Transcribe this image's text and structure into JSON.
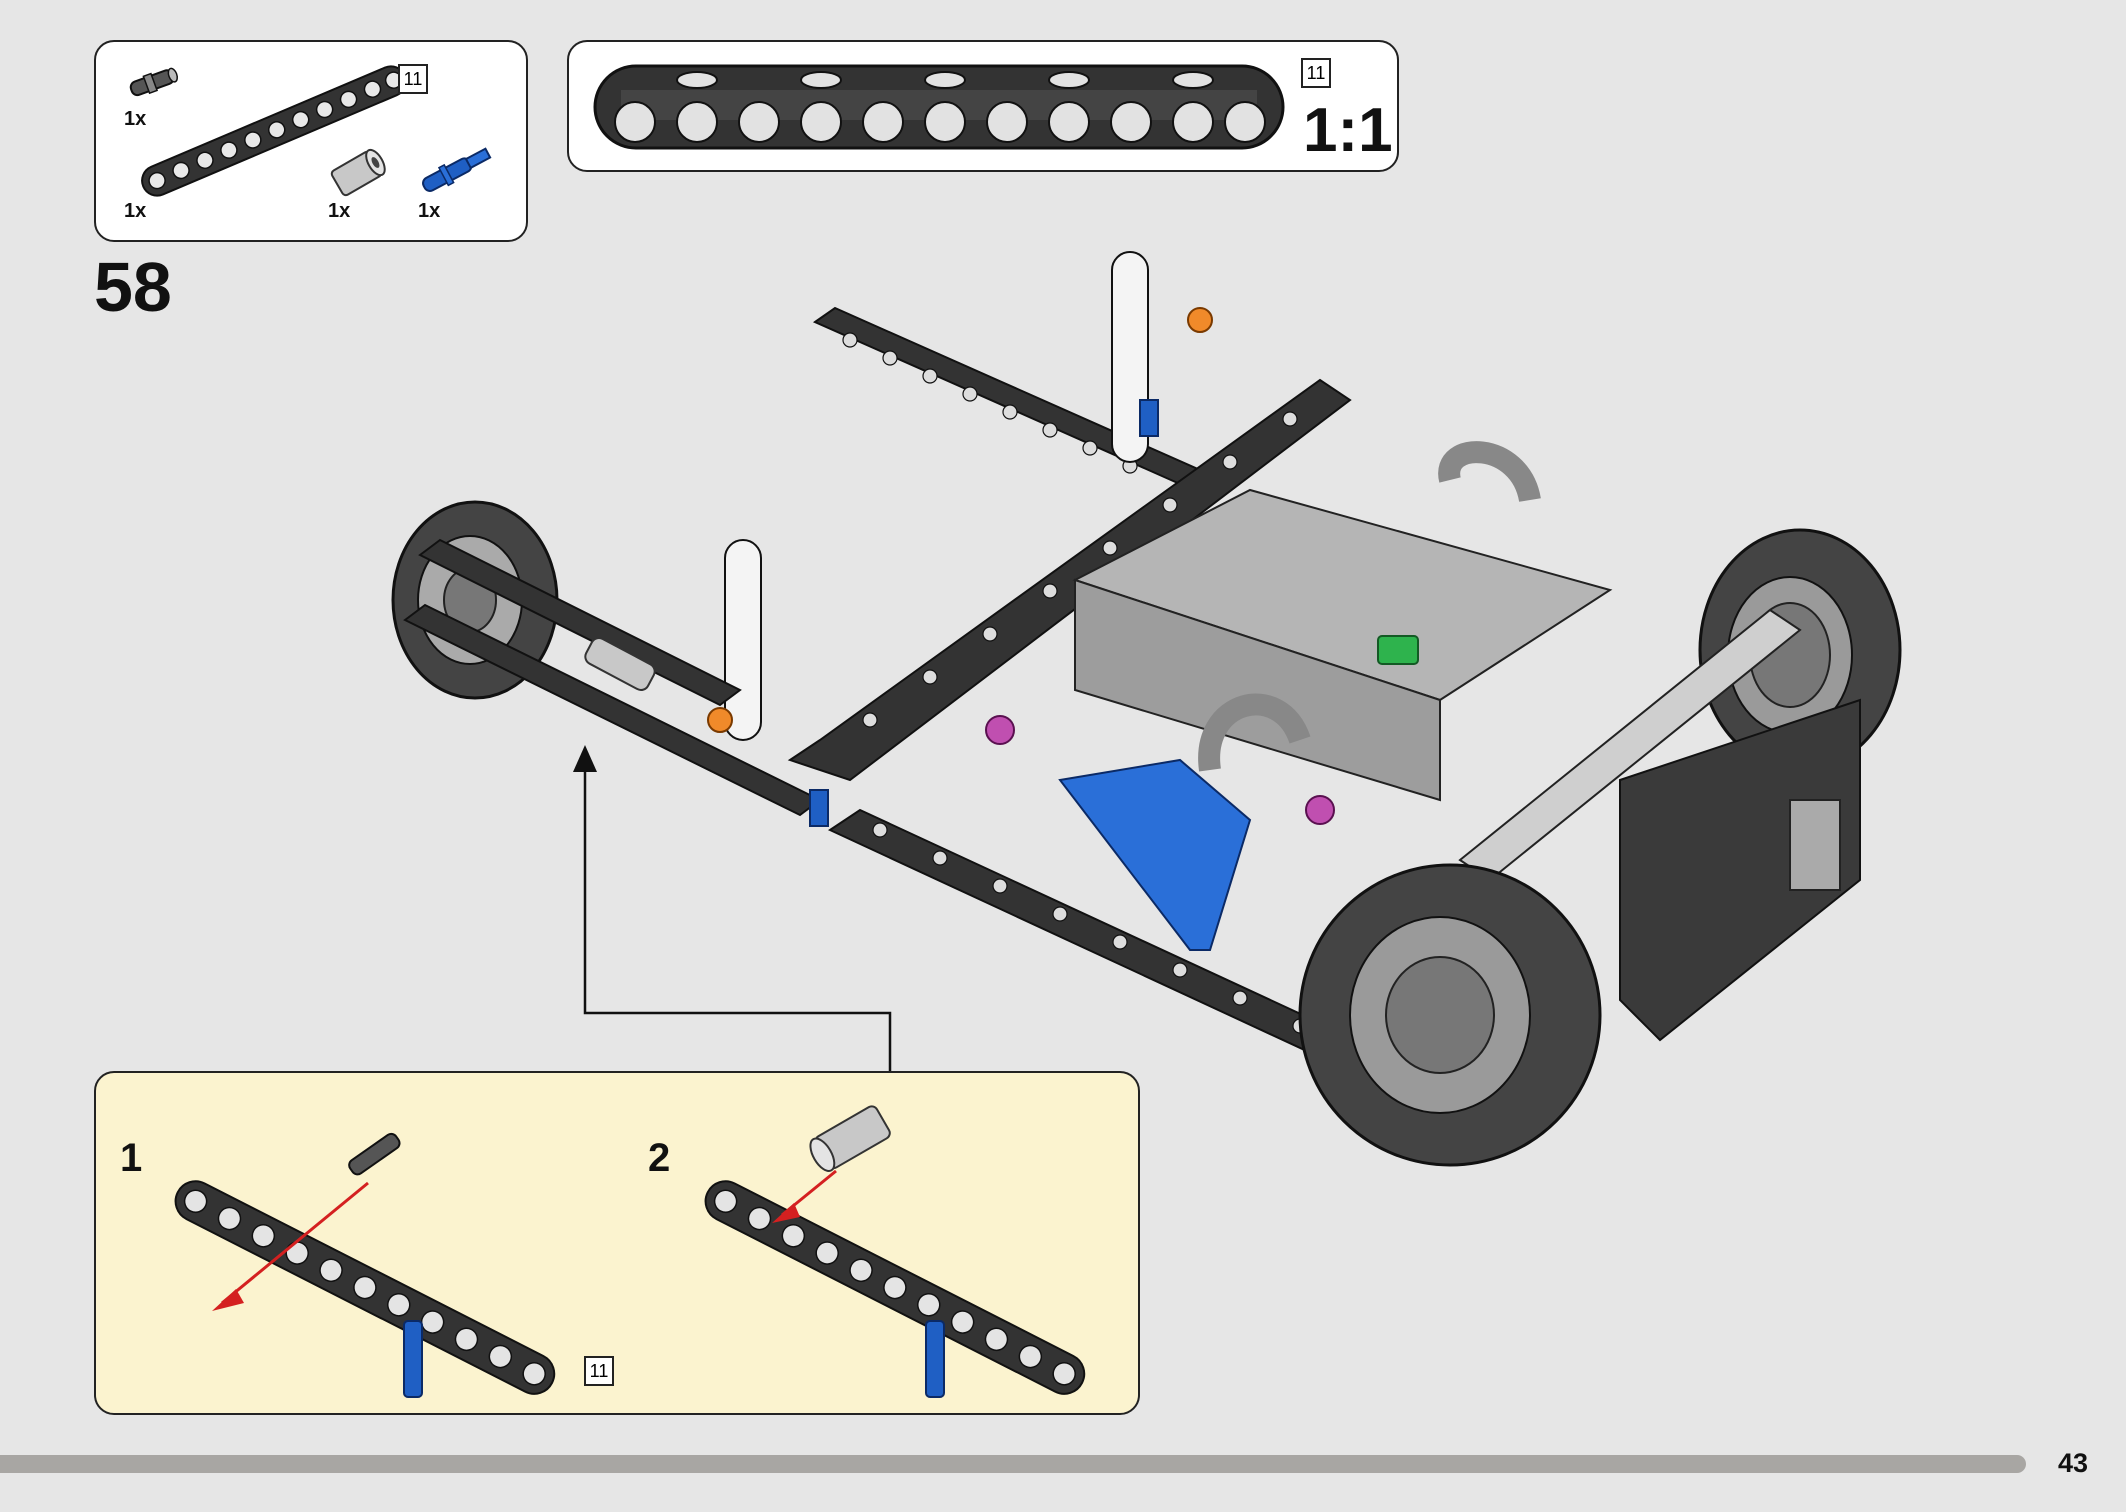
{
  "parts_list": {
    "items": [
      {
        "qty": "1x",
        "part": "pin connector"
      },
      {
        "qty": "1x",
        "part": "beam 11"
      },
      {
        "qty": "1x",
        "part": "bush"
      },
      {
        "qty": "1x",
        "part": "axle pin"
      }
    ],
    "beam_length": "11"
  },
  "scale_callout": {
    "beam_length": "11",
    "scale": "1:1"
  },
  "step": {
    "number": "58"
  },
  "substeps": {
    "one": {
      "number": "1",
      "beam_length": "11"
    },
    "two": {
      "number": "2"
    }
  },
  "page": {
    "number": "43"
  },
  "colors": {
    "background": "#e6e6e6",
    "callout": "#fbf3cf",
    "arrow": "#d42020",
    "beam": "#333333",
    "pin_blue": "#1f5fc4",
    "footer_bar": "#a8a6a3"
  }
}
